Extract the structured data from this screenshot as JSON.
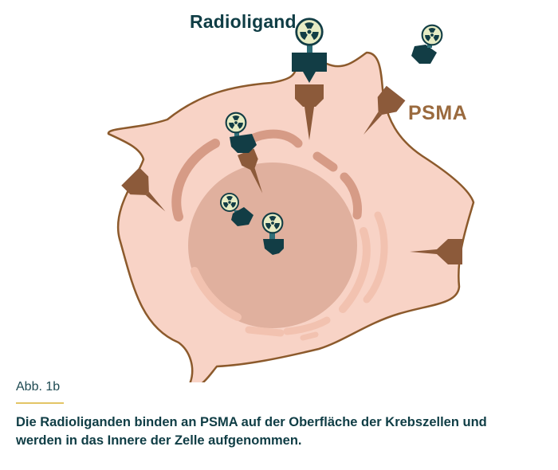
{
  "labels": {
    "radioligand": "Radioligand",
    "psma": "PSMA"
  },
  "figure": {
    "label": "Abb. 1b",
    "caption": "Die Radioliganden binden an PSMA auf der Oberfläche der Krebszellen und werden in das Innere der Zelle aufgenommen."
  },
  "colors": {
    "cell_fill": "#f8d3c6",
    "cell_outline": "#8c5a2c",
    "nucleus": "#e0b09e",
    "receptor": "#8c5a3a",
    "ligand_dark": "#123d45",
    "radiation_badge": "#e7ecc4"
  }
}
